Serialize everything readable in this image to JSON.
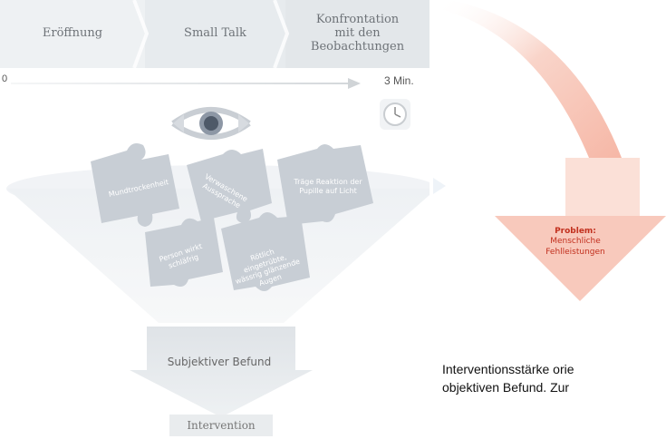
{
  "phases": [
    {
      "label": "Eröffnung"
    },
    {
      "label": "Small Talk"
    },
    {
      "label": "Konfrontation mit den Beobachtungen"
    }
  ],
  "timeline": {
    "start": "0",
    "end": "3 Min."
  },
  "funnel_items": [
    "Mundtrockenheit",
    "Verwaschene Aussprache",
    "Träge Reaktion der Pupille auf Licht",
    "Person wirkt schläfrig",
    "Rötlich eingetrübte, wässrig glänzende Augen"
  ],
  "result": {
    "label": "Subjektiver Befund"
  },
  "intervention": {
    "label": "Intervention"
  },
  "problem": {
    "title": "Problem:",
    "text": "Menschliche Fehlleistungen"
  },
  "caption": {
    "line1": "Interventionsstärke orie",
    "line2": "objektiven Befund. Zur"
  },
  "colors": {
    "problem_red": "#c2301e",
    "arrow_salmon": "#f6b7a6",
    "phase_bg": "#e8ecef"
  },
  "icons": [
    "eye-icon",
    "clock-icon"
  ]
}
